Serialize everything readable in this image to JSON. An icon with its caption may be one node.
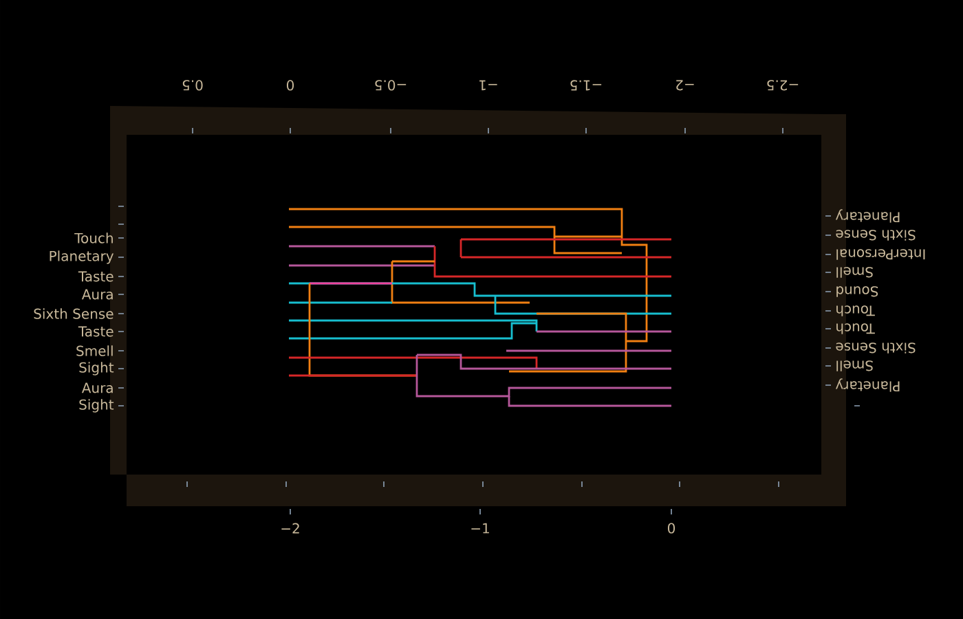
{
  "diagram": {
    "labels": [
      "0.5",
      "0",
      "−0.5",
      "−1",
      "−1.5",
      "−2",
      "−2.5",
      "Touch",
      "Planetary",
      "Taste",
      "Aura",
      "Sixth Sense",
      "Taste",
      "Smell",
      "Sight",
      "Aura",
      "Sight",
      "Planetary",
      "Sixth Sense",
      "InterPersonal",
      "Smell",
      "Sound",
      "Touch",
      "Touch",
      "Sixth Sense",
      "Smell",
      "Planetary",
      "−2",
      "−1",
      "0"
    ]
  }
}
